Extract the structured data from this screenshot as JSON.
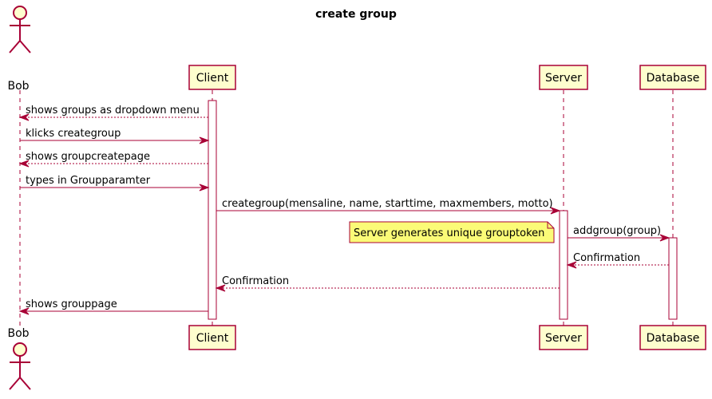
{
  "title": "create group",
  "colors": {
    "line": "#A80036",
    "participant_fill": "#FEFECE",
    "note_fill": "#FBFB77",
    "note_border": "#A80036",
    "text": "#000000"
  },
  "participants": [
    {
      "id": "bob",
      "label": "Bob",
      "kind": "actor"
    },
    {
      "id": "client",
      "label": "Client",
      "kind": "participant"
    },
    {
      "id": "server",
      "label": "Server",
      "kind": "participant"
    },
    {
      "id": "database",
      "label": "Database",
      "kind": "participant"
    }
  ],
  "messages": [
    {
      "from": "client",
      "to": "bob",
      "label": "shows groups as dropdown menu",
      "style": "dashed"
    },
    {
      "from": "bob",
      "to": "client",
      "label": "klicks creategroup",
      "style": "solid"
    },
    {
      "from": "client",
      "to": "bob",
      "label": "shows groupcreatepage",
      "style": "dashed"
    },
    {
      "from": "bob",
      "to": "client",
      "label": "types in Groupparamter",
      "style": "solid"
    },
    {
      "from": "client",
      "to": "server",
      "label": "creategroup(mensaline, name, starttime, maxmembers, motto)",
      "style": "solid"
    },
    {
      "from": "server",
      "to": "database",
      "label": "addgroup(group)",
      "style": "solid"
    },
    {
      "from": "database",
      "to": "server",
      "label": "Confirmation",
      "style": "dashed"
    },
    {
      "from": "server",
      "to": "client",
      "label": "Confirmation",
      "style": "dashed"
    },
    {
      "from": "client",
      "to": "bob",
      "label": "shows grouppage",
      "style": "solid"
    }
  ],
  "note": {
    "text": "Server generates unique grouptoken",
    "side": "left",
    "of": "server"
  }
}
